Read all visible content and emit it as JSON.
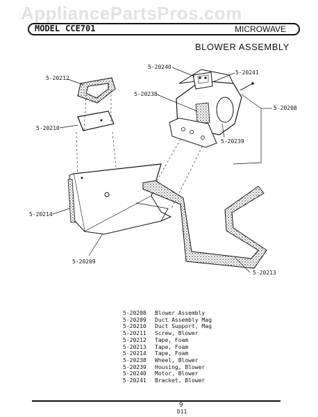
{
  "watermark": "AppliancePartsPros.com",
  "header": {
    "model_label": "MODEL",
    "model_code": "CCE701",
    "category": "MICROWAVE"
  },
  "title": "BLOWER ASSEMBLY",
  "callouts": {
    "p20212": "5-20212",
    "p20210": "5-20210",
    "p20214": "5-20214",
    "p20209": "5-20209",
    "p20240": "5-20240",
    "p20241": "5-20241",
    "p20238": "5-20238",
    "p20208": "5-20208",
    "p20239": "5-20239",
    "p20213": "5-20213"
  },
  "parts_list": [
    {
      "number": "5-20208",
      "description": "Blower Assembly"
    },
    {
      "number": "5-20209",
      "description": "Duct Assembly Mag"
    },
    {
      "number": "5-20210",
      "description": "Duct Support, Mag"
    },
    {
      "number": "5-20211",
      "description": "Screw, Blower"
    },
    {
      "number": "5-20212",
      "description": "Tape, Foam"
    },
    {
      "number": "5-20213",
      "description": "Tape, Foam"
    },
    {
      "number": "5-20214",
      "description": "Tape, Foam"
    },
    {
      "number": "5-20238",
      "description": "Wheel, Blower"
    },
    {
      "number": "5-20239",
      "description": "Housing, Blower"
    },
    {
      "number": "5-20240",
      "description": "Motor, Blower"
    },
    {
      "number": "5-20241",
      "description": "Bracket, Blower"
    }
  ],
  "footer": {
    "page": "9",
    "code": "D11"
  }
}
